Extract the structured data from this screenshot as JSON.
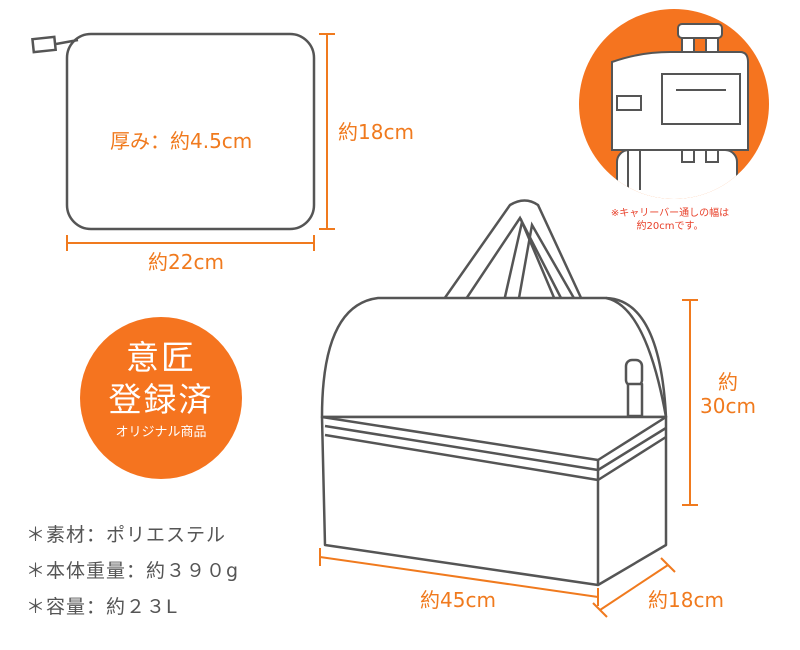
{
  "colors": {
    "accent": "#f5741f",
    "dimension": "#f07a1e",
    "outline": "#555555",
    "note": "#e8402a"
  },
  "folded": {
    "thickness_label": "厚み：約4.5cm",
    "height_label": "約18cm",
    "width_label": "約22cm"
  },
  "trolley": {
    "note_line1": "※キャリーバー通しの幅は",
    "note_line2": "約20cmです。"
  },
  "badge": {
    "line1": "意匠",
    "line2": "登録済",
    "line3": "オリジナル商品"
  },
  "specs": [
    "＊素材：ポリエステル",
    "＊本体重量：約３９０g",
    "＊容量：約２３L"
  ],
  "bag": {
    "height_line1": "約",
    "height_line2": "30cm",
    "width_label": "約45cm",
    "depth_label": "約18cm"
  }
}
